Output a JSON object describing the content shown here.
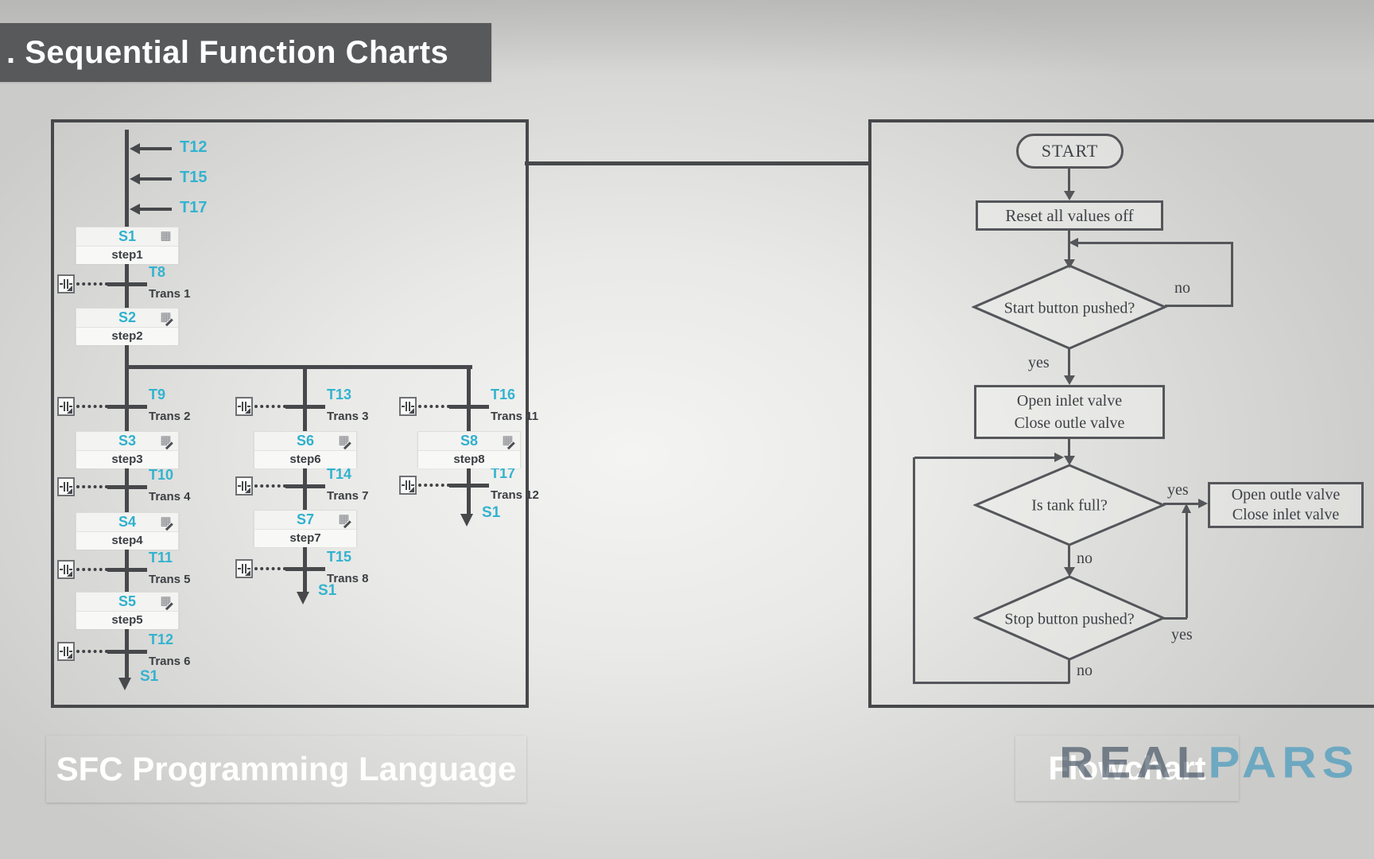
{
  "page": {
    "title": ". Sequential Function Charts"
  },
  "colors": {
    "accent": "#29b2d1",
    "sfc_line": "#47484b",
    "flow_line": "#54565a"
  },
  "sfc": {
    "banner": "SFC Programming Language",
    "entry_transitions": [
      "T12",
      "T15",
      "T17"
    ],
    "exit_step_label": "S1",
    "columns": [
      {
        "steps": [
          {
            "id": "S1",
            "name": "step1"
          },
          {
            "id": "S2",
            "name": "step2"
          },
          {
            "id": "S3",
            "name": "step3"
          },
          {
            "id": "S4",
            "name": "step4"
          },
          {
            "id": "S5",
            "name": "step5"
          }
        ],
        "transitions": [
          {
            "id": "T8",
            "name": "Trans 1"
          },
          {
            "id": "T9",
            "name": "Trans 2"
          },
          {
            "id": "T10",
            "name": "Trans 4"
          },
          {
            "id": "T11",
            "name": "Trans 5"
          },
          {
            "id": "T12",
            "name": "Trans 6"
          }
        ]
      },
      {
        "steps": [
          {
            "id": "S6",
            "name": "step6"
          },
          {
            "id": "S7",
            "name": "step7"
          }
        ],
        "transitions": [
          {
            "id": "T13",
            "name": "Trans 3"
          },
          {
            "id": "T14",
            "name": "Trans 7"
          },
          {
            "id": "T15",
            "name": "Trans 8"
          }
        ]
      },
      {
        "steps": [
          {
            "id": "S8",
            "name": "step8"
          }
        ],
        "transitions": [
          {
            "id": "T16",
            "name": "Trans 11"
          },
          {
            "id": "T17",
            "name": "Trans 12"
          }
        ]
      }
    ]
  },
  "flowchart": {
    "banner": "Flowchart",
    "start": "START",
    "reset": "Reset all values off",
    "q_start": "Start button pushed?",
    "action_fill_line1": "Open inlet valve",
    "action_fill_line2": "Close outle valve",
    "q_tank": "Is tank full?",
    "action_drain_line1": "Open outle valve",
    "action_drain_line2": "Close inlet valve",
    "q_stop": "Stop button pushed?",
    "yes": "yes",
    "no": "no"
  },
  "logo": {
    "part1": "REAL",
    "part2": "PARS"
  }
}
